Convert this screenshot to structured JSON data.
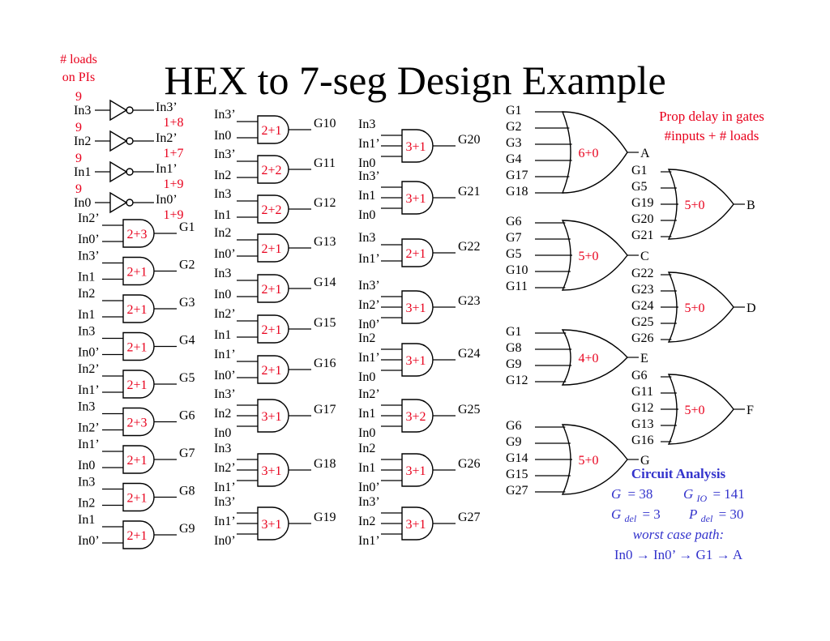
{
  "title": "HEX to 7-seg Design Example",
  "colors": {
    "ink": "#000000",
    "accent": "#e8001c",
    "analysis": "#3333cc"
  },
  "loads_note": [
    "# loads",
    "on PIs"
  ],
  "prop_note": [
    "Prop delay in gates",
    "#inputs + # loads"
  ],
  "inverters": [
    {
      "input": "In3",
      "output": "In3’",
      "pi_load": "9",
      "cost": "1+8"
    },
    {
      "input": "In2",
      "output": "In2’",
      "pi_load": "9",
      "cost": "1+7"
    },
    {
      "input": "In1",
      "output": "In1’",
      "pi_load": "9",
      "cost": "1+9"
    },
    {
      "input": "In0",
      "output": "In0’",
      "pi_load": "9",
      "cost": "1+9"
    }
  ],
  "and_col1": [
    {
      "name": "G1",
      "inputs": [
        "In2’",
        "In0’"
      ],
      "cost": "2+3"
    },
    {
      "name": "G2",
      "inputs": [
        "In3’",
        "In1"
      ],
      "cost": "2+1"
    },
    {
      "name": "G3",
      "inputs": [
        "In2",
        "In1"
      ],
      "cost": "2+1"
    },
    {
      "name": "G4",
      "inputs": [
        "In3",
        "In0’"
      ],
      "cost": "2+1"
    },
    {
      "name": "G5",
      "inputs": [
        "In2’",
        "In1’"
      ],
      "cost": "2+1"
    },
    {
      "name": "G6",
      "inputs": [
        "In3",
        "In2’"
      ],
      "cost": "2+3"
    },
    {
      "name": "G7",
      "inputs": [
        "In1’",
        "In0"
      ],
      "cost": "2+1"
    },
    {
      "name": "G8",
      "inputs": [
        "In3",
        "In2"
      ],
      "cost": "2+1"
    },
    {
      "name": "G9",
      "inputs": [
        "In1",
        "In0’"
      ],
      "cost": "2+1"
    }
  ],
  "and_col2": [
    {
      "name": "G10",
      "inputs": [
        "In3’",
        "In0"
      ],
      "cost": "2+1"
    },
    {
      "name": "G11",
      "inputs": [
        "In3’",
        "In2"
      ],
      "cost": "2+2"
    },
    {
      "name": "G12",
      "inputs": [
        "In3",
        "In1"
      ],
      "cost": "2+2"
    },
    {
      "name": "G13",
      "inputs": [
        "In2",
        "In0’"
      ],
      "cost": "2+1"
    },
    {
      "name": "G14",
      "inputs": [
        "In3",
        "In0"
      ],
      "cost": "2+1"
    },
    {
      "name": "G15",
      "inputs": [
        "In2’",
        "In1"
      ],
      "cost": "2+1"
    },
    {
      "name": "G16",
      "inputs": [
        "In1’",
        "In0’"
      ],
      "cost": "2+1"
    },
    {
      "name": "G17",
      "inputs": [
        "In3’",
        "In2",
        "In0"
      ],
      "cost": "3+1"
    },
    {
      "name": "G18",
      "inputs": [
        "In3",
        "In2’",
        "In1’"
      ],
      "cost": "3+1"
    },
    {
      "name": "G19",
      "inputs": [
        "In3’",
        "In1’",
        "In0’"
      ],
      "cost": "3+1"
    }
  ],
  "and_col3": [
    {
      "name": "G20",
      "inputs": [
        "In3",
        "In1’",
        "In0"
      ],
      "cost": "3+1"
    },
    {
      "name": "G21",
      "inputs": [
        "In3’",
        "In1",
        "In0"
      ],
      "cost": "3+1"
    },
    {
      "name": "G22",
      "inputs": [
        "In3",
        "In1’"
      ],
      "cost": "2+1"
    },
    {
      "name": "G23",
      "inputs": [
        "In3’",
        "In2’",
        "In0’"
      ],
      "cost": "3+1"
    },
    {
      "name": "G24",
      "inputs": [
        "In2",
        "In1’",
        "In0"
      ],
      "cost": "3+1"
    },
    {
      "name": "G25",
      "inputs": [
        "In2’",
        "In1",
        "In0"
      ],
      "cost": "3+2"
    },
    {
      "name": "G26",
      "inputs": [
        "In2",
        "In1",
        "In0’"
      ],
      "cost": "3+1"
    },
    {
      "name": "G27",
      "inputs": [
        "In3’",
        "In2",
        "In1’"
      ],
      "cost": "3+1"
    }
  ],
  "or_gates": [
    {
      "output": "A",
      "inputs": [
        "G1",
        "G2",
        "G3",
        "G4",
        "G17",
        "G18"
      ],
      "cost": "6+0"
    },
    {
      "output": "B",
      "inputs": [
        "G1",
        "G5",
        "G19",
        "G20",
        "G21"
      ],
      "cost": "5+0"
    },
    {
      "output": "C",
      "inputs": [
        "G6",
        "G7",
        "G5",
        "G10",
        "G11"
      ],
      "cost": "5+0"
    },
    {
      "output": "D",
      "inputs": [
        "G22",
        "G23",
        "G24",
        "G25",
        "G26"
      ],
      "cost": "5+0"
    },
    {
      "output": "E",
      "inputs": [
        "G1",
        "G8",
        "G9",
        "G12"
      ],
      "cost": "4+0"
    },
    {
      "output": "F",
      "inputs": [
        "G6",
        "G11",
        "G12",
        "G13",
        "G16"
      ],
      "cost": "5+0"
    },
    {
      "output": "G",
      "inputs": [
        "G6",
        "G9",
        "G14",
        "G15",
        "G27"
      ],
      "cost": "5+0"
    }
  ],
  "analysis": {
    "heading": "Circuit Analysis",
    "g_var": "G",
    "g_val": "= 38",
    "gio_var": "G",
    "gio_sub": "IO",
    "gio_val": "= 141",
    "gdel_var": "G",
    "gdel_sub": "del",
    "gdel_val": "= 3",
    "pdel_var": "P",
    "pdel_sub": "del",
    "pdel_val": "= 30",
    "path_label": "worst case path:",
    "path": [
      "In0",
      "In0’",
      "G1",
      "A"
    ]
  }
}
